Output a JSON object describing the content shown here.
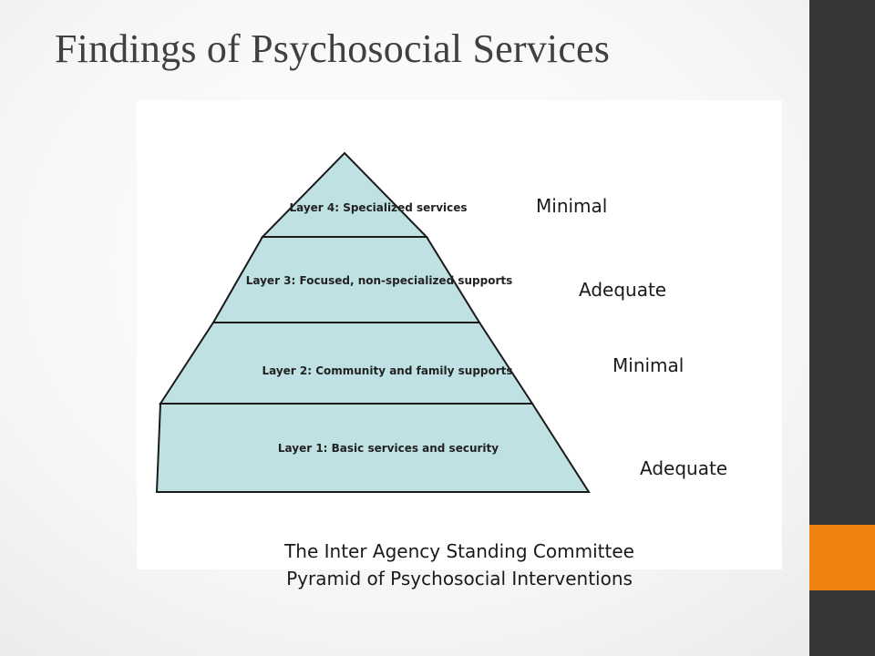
{
  "slide": {
    "title": "Findings of Psychosocial Services"
  },
  "colors": {
    "pyramid_fill": "#bfe1e4",
    "pyramid_stroke": "#1a1a1a",
    "accent": "#f0830f",
    "sidebar": "#363636"
  },
  "pyramid": {
    "layers": [
      {
        "label": "Layer 4: Specialized services",
        "rating": "Minimal"
      },
      {
        "label": "Layer 3: Focused, non-specialized supports",
        "rating": "Adequate"
      },
      {
        "label": "Layer 2: Community and family supports",
        "rating": "Minimal"
      },
      {
        "label": "Layer 1: Basic services and security",
        "rating": "Adequate"
      }
    ]
  },
  "caption": {
    "line1": "The Inter Agency Standing Committee",
    "line2": "Pyramid of Psychosocial Interventions"
  }
}
